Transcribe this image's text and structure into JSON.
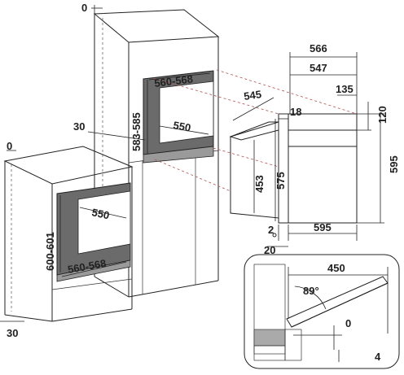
{
  "colors": {
    "line": "#222222",
    "cavity": "#6b6b6b",
    "cavity_floor": "#9a9a9a",
    "dash_red": "#b05050",
    "detail_gray": "#aaaaaa"
  },
  "tall_unit": {
    "top_gap": "0",
    "opening_width": "560-568",
    "opening_height": "583-585",
    "depth": "550",
    "plinth_gap": "30"
  },
  "base_unit": {
    "top_gap": "0",
    "depth": "550",
    "opening_height": "600-601",
    "opening_width": "560-568",
    "plinth_gap": "30"
  },
  "oven": {
    "overall_depth": "566",
    "body_depth": "547",
    "rear_depth": "545",
    "top_offset": "135",
    "front_thickness": "18",
    "panel_height": "120",
    "total_height": "595",
    "body_height": "575",
    "cavity_height": "453",
    "bottom_offset": "2",
    "front_width": "595",
    "front_depth": "20"
  },
  "door_detail": {
    "width": "450",
    "angle": "89°",
    "clearance": "0",
    "gap": "4"
  }
}
